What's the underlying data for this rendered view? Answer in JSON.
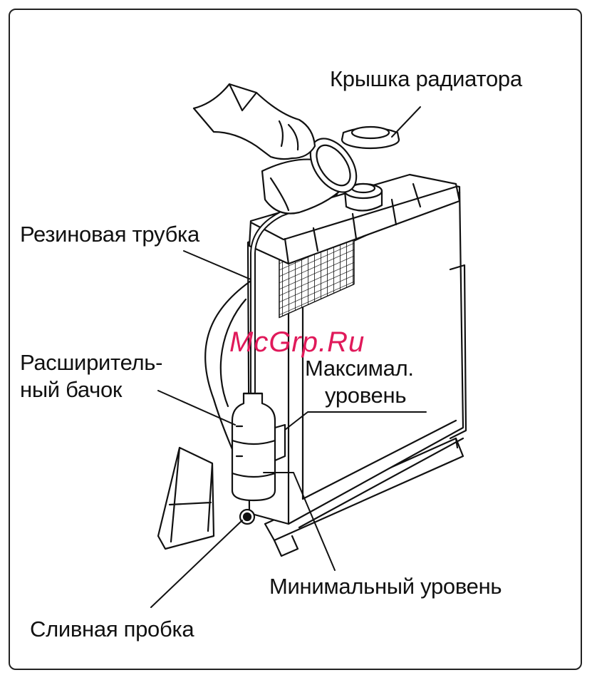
{
  "labels": {
    "radiator_cap": "Крышка радиатора",
    "rubber_tube": "Резиновая трубка",
    "expansion_tank_line1": "Расширитель-",
    "expansion_tank_line2": "ный бачок",
    "max_level_line1": "Максимал.",
    "max_level_line2": "уровень",
    "min_level": "Минимальный уровень",
    "drain_plug": "Сливная пробка"
  },
  "watermark": {
    "text": "McGrp.Ru",
    "color": "#e0195a"
  },
  "colors": {
    "line": "#111111",
    "background": "#ffffff"
  }
}
